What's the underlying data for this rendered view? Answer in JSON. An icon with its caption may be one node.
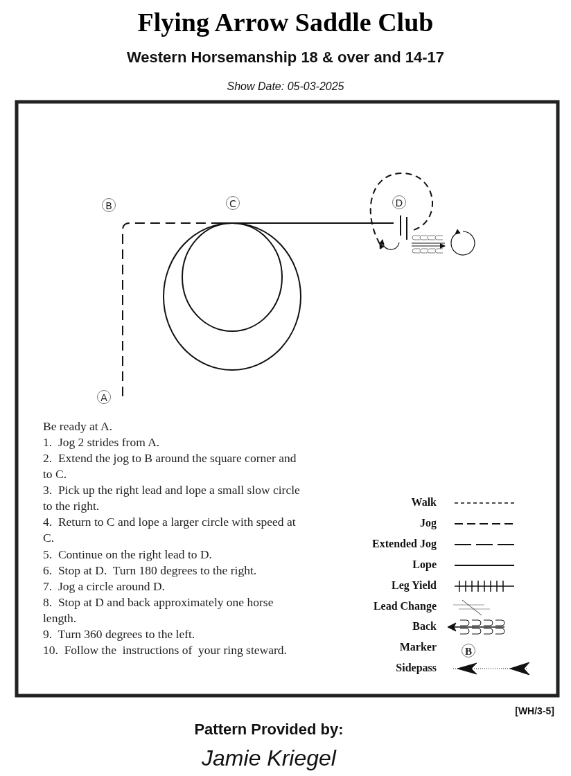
{
  "diagram": {
    "title": "Flying Arrow Saddle Club",
    "nodes": [
      {
        "text": [
          "B"
        ]
      },
      {
        "text": [
          "C"
        ]
      },
      {
        "text": [
          "D"
        ]
      },
      {
        "text": [
          "A"
        ]
      },
      {
        "text": [
          "B"
        ]
      }
    ],
    "labels": [
      "Western Horsemanship 18 & over and 14-17",
      "Show Date: 05-03-2025",
      "Be ready at A.",
      "1.  Jog 2 strides from A.",
      "2.  Extend the jog to B around the square corner and to C.",
      "3.  Pick up the right lead and lope a small slow circle to the right.",
      "4.  Return to C and lope a larger circle with speed at C.",
      "5.  Continue on the right lead to D.",
      "6.  Stop at D.  Turn 180 degrees to the right.",
      "7.  Jog a circle around D.",
      "8.  Stop at D and back approximately one horse length.",
      "9.  Turn 360 degrees to the left.",
      "10.  Follow the  instructions of  your ring steward.",
      "[WH/3-5]",
      "Pattern Provided by:",
      "Jamie Kriegel"
    ],
    "legend": [
      {
        "text": "Walk"
      },
      {
        "text": "Jog"
      },
      {
        "text": "Extended Jog"
      },
      {
        "text": "Lope"
      },
      {
        "text": "Leg Yield"
      },
      {
        "text": "Lead Change"
      },
      {
        "text": "Back"
      },
      {
        "text": "Marker"
      },
      {
        "text": "Sidepass"
      }
    ]
  }
}
